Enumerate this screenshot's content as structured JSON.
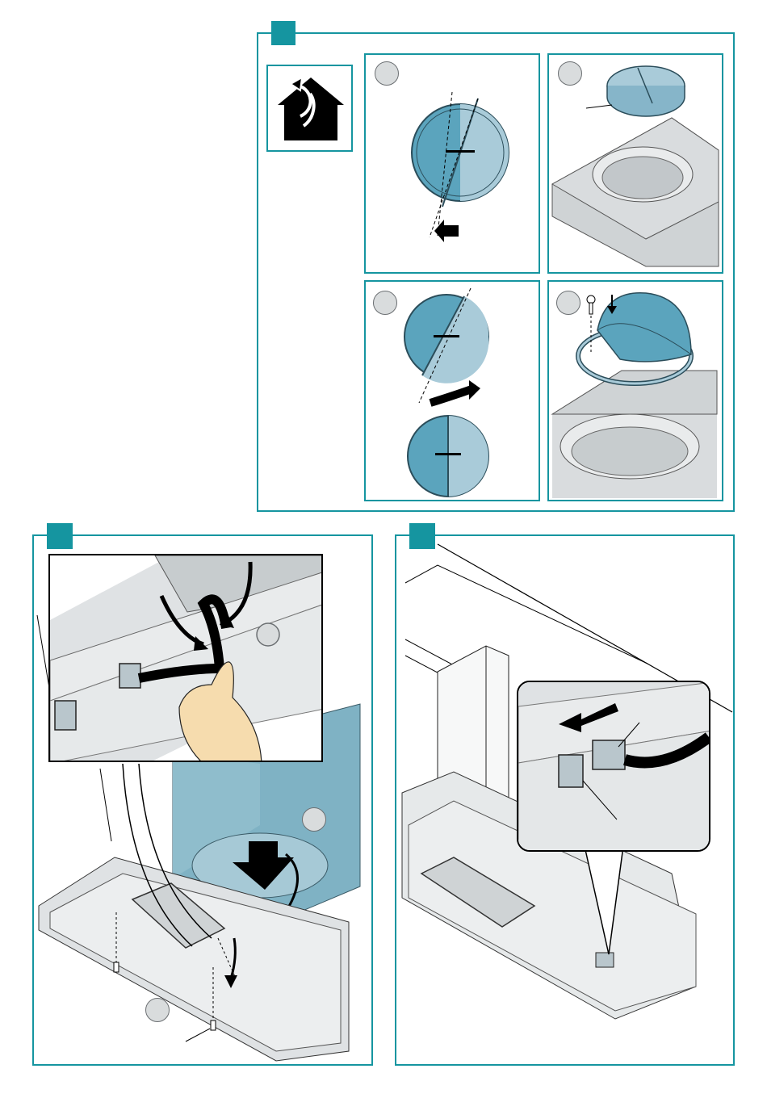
{
  "colors": {
    "accent": "#1595a0",
    "damper_dark": "#5ba4bd",
    "damper_light": "#a9cbd9",
    "hood_gray": "#cfd3d5",
    "hood_blue": "#7fb2c4",
    "skin": "#f6dcae",
    "cable": "#111111"
  },
  "icons": {
    "house": "house-recirculation-icon",
    "arrow": "arrow-icon",
    "screw": "screw-icon",
    "hand": "hand-icon",
    "cable": "cable-icon",
    "connector": "plug-connector-icon"
  },
  "steps": [
    {
      "id": "step-1",
      "panels": [
        "damper-flap-rotate",
        "damper-on-hood",
        "damper-align",
        "damper-screw-mount"
      ]
    },
    {
      "id": "step-2",
      "panels": [
        "cable-routing",
        "housing-fitting",
        "screws"
      ]
    },
    {
      "id": "step-3",
      "panels": [
        "connector-plug-in"
      ]
    }
  ]
}
